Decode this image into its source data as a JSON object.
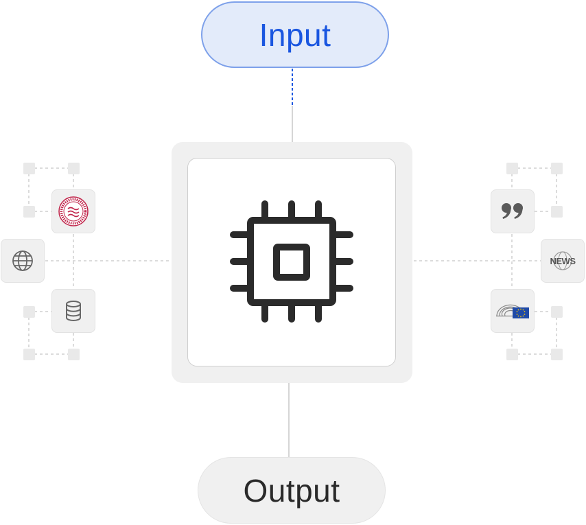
{
  "diagram": {
    "input_label": "Input",
    "output_label": "Output",
    "processor_icon": "cpu-chip-icon",
    "left_sources": [
      {
        "icon": "parliament-seal-icon"
      },
      {
        "icon": "globe-icon"
      },
      {
        "icon": "database-icon"
      }
    ],
    "right_sources": [
      {
        "icon": "quote-icon"
      },
      {
        "icon": "news-icon",
        "label": "NEWS"
      },
      {
        "icon": "european-parliament-icon"
      }
    ],
    "colors": {
      "input_fill": "#e3ebfa",
      "input_border": "#7ea1ea",
      "input_text": "#1a56e0",
      "output_fill": "#f0f0f0",
      "connector": "#c8c8c8",
      "accent_blue": "#1a56e0",
      "seal_red": "#c0264b",
      "eu_blue": "#1f4aa8",
      "eu_star": "#f4c400"
    }
  }
}
